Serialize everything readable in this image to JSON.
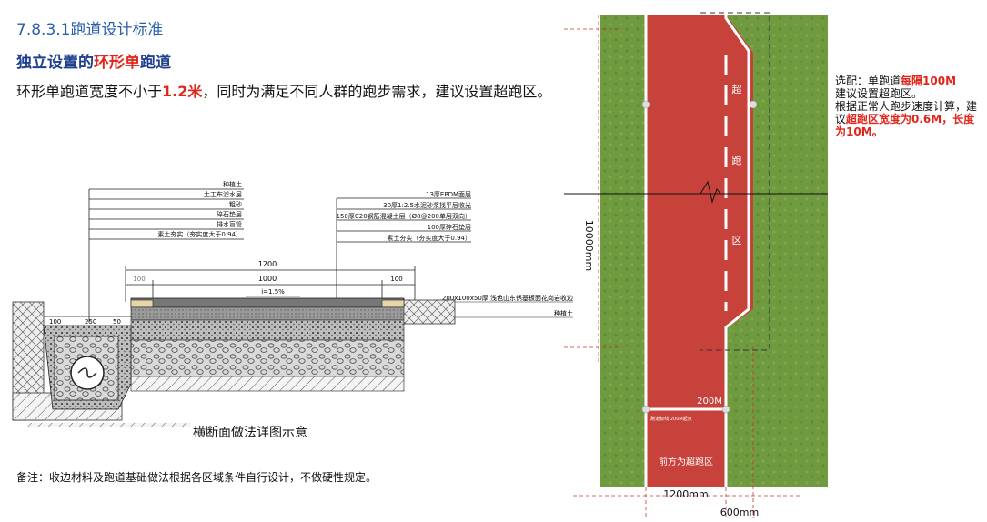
{
  "header": {
    "section_title": "7.8.3.1跑道设计标准",
    "subtitle_prefix": "独立设置的",
    "subtitle_highlight": "环形单",
    "subtitle_suffix": "跑道",
    "desc_part1": "环形单跑道宽度不小于",
    "desc_highlight": "1.2米",
    "desc_part2": "，同时为满足不同人群的跑步需求，建议设置超跑区。"
  },
  "cross_section": {
    "left_labels": [
      "种植土",
      "土工布滤水层",
      "粗砂",
      "碎石垫层",
      "排水盲管",
      "素土夯实（夯实度大于0.94）"
    ],
    "right_labels": [
      "13厚EPDM面层",
      "30厚1:2.5水泥砂浆找平层收光",
      "150厚C20钢筋混凝土层（Ø8@200单层双向）",
      "100厚碎石垫层",
      "素土夯实（夯实度大于0.94）"
    ],
    "curb_label": "200x100x50厚 浅色山东锈基板面花岗岩收边",
    "soil_label": "种植土",
    "dim_total": "1200",
    "dim_inner": "1000",
    "dim_left": "100",
    "dim_right": "100",
    "slope": "i=1.5%",
    "bottom_dims": [
      "100",
      "250",
      "50"
    ],
    "caption": "横断面做法详图示意"
  },
  "note": "备注：收边材料及跑道基础做法根据各区域条件自行设计，不做硬性规定。",
  "plan": {
    "length_label": "10000mm",
    "zone_chars": [
      "超",
      "跑",
      "区"
    ],
    "marker_200": "200M",
    "tiny_mark": "跑道标线 200M起点",
    "ahead_label": "前方为超跑区",
    "width_label": "1200mm",
    "extra_width_label": "600mm",
    "colors": {
      "track": "#c8423c",
      "grass": "#6f9a3f",
      "lines": "#ffffff"
    }
  },
  "side_note": {
    "p1": "选配：单跑道",
    "p1_red": "每隔100M",
    "p2": "建议设置超跑区。",
    "p3": "根据正常人跑步速度计算，建议",
    "p3_red": "超跑区宽度为0.6M，长度为10M。"
  }
}
